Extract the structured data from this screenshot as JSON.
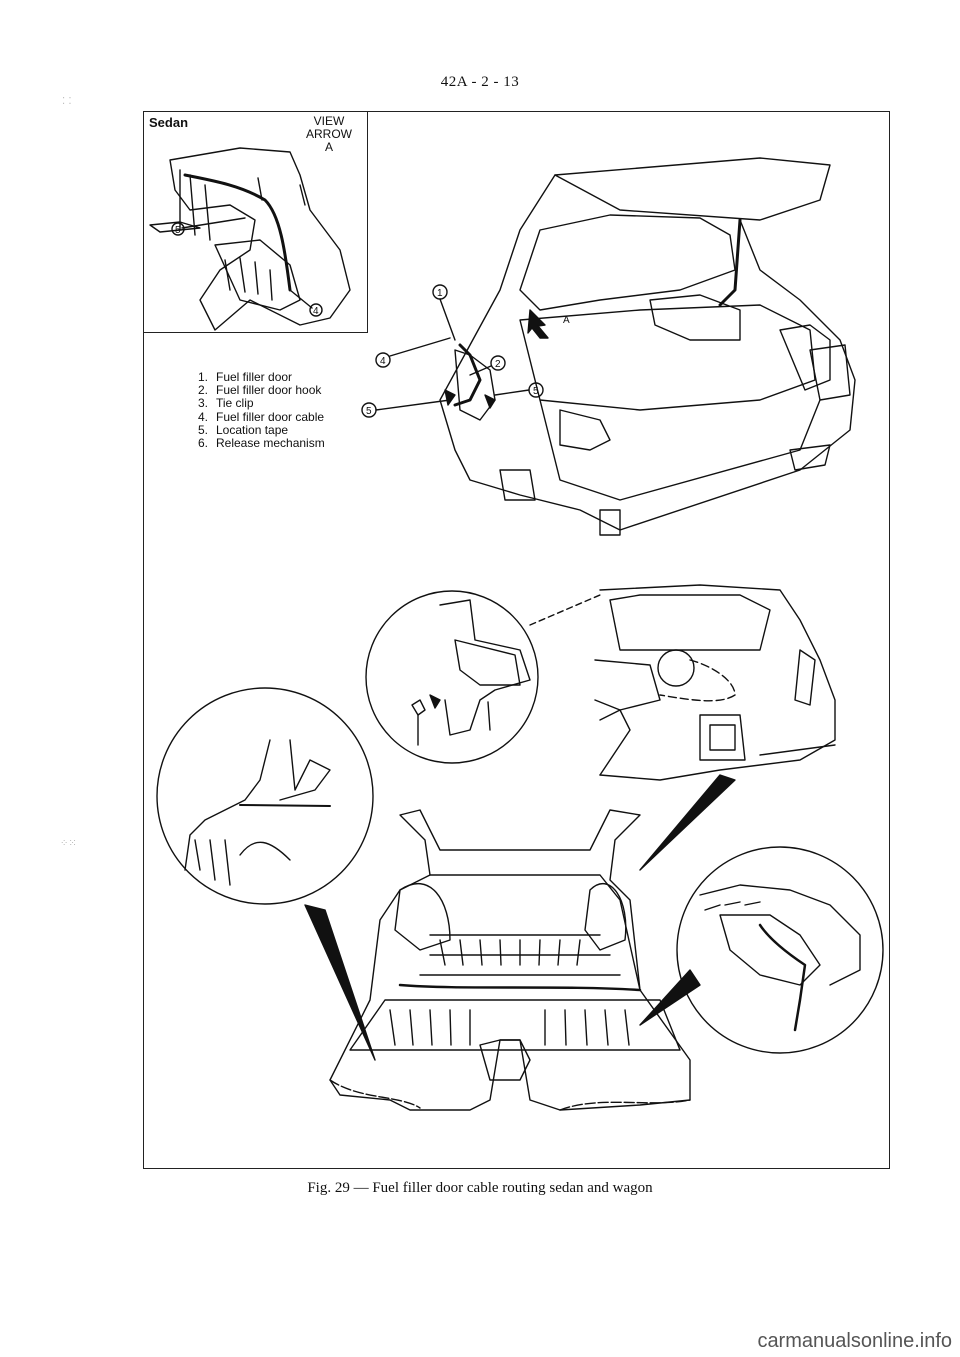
{
  "header": {
    "page_number": "42A - 2 - 13"
  },
  "inset": {
    "title": "Sedan",
    "view_arrow": [
      "VIEW",
      "ARROW",
      "A"
    ]
  },
  "legend": [
    {
      "num": "1.",
      "text": "Fuel filler door"
    },
    {
      "num": "2.",
      "text": "Fuel filler door hook"
    },
    {
      "num": "3.",
      "text": "Tie clip"
    },
    {
      "num": "4.",
      "text": "Fuel filler door cable"
    },
    {
      "num": "5.",
      "text": "Location tape"
    },
    {
      "num": "6.",
      "text": "Release mechanism"
    }
  ],
  "callouts": {
    "c1": "1",
    "c2": "2",
    "c4": "4",
    "c5": "5",
    "view_a": "A"
  },
  "caption": "Fig. 29 — Fuel filler door cable routing sedan and wagon",
  "watermark": "carmanualsonline.info"
}
